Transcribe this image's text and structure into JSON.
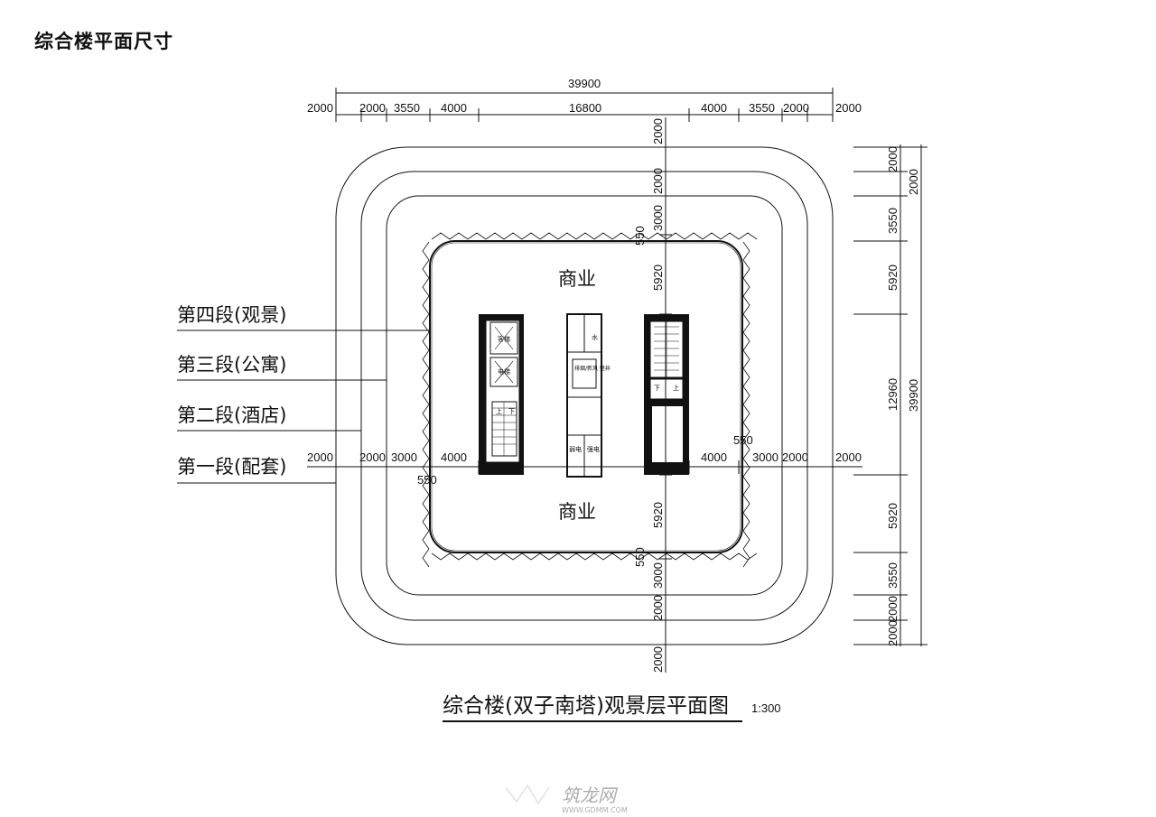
{
  "page": {
    "title": "综合楼平面尺寸"
  },
  "drawing": {
    "caption": "综合楼(双子南塔)观景层平面图",
    "scale": "1:300",
    "zones": {
      "top": "商业",
      "bottom": "商业"
    },
    "segments": [
      "第四段(观景)",
      "第三段(公寓)",
      "第二段(酒店)",
      "第一段(配套)"
    ],
    "core_labels": {
      "elev1": "客梯",
      "elev2": "电梯",
      "shaft": "排烟/新风 竖井",
      "water": "水",
      "power": "强电",
      "weak": "弱电",
      "down": "下",
      "up": "上"
    },
    "dims": {
      "top_total": "39900",
      "top_parts": [
        "2000",
        "2000",
        "3550",
        "4000",
        "16800",
        "4000",
        "3550",
        "2000",
        "2000"
      ],
      "mid_parts": [
        "2000",
        "2000",
        "3000",
        "4000",
        "4000",
        "3000",
        "2000",
        "2000"
      ],
      "offset": "550",
      "vert_top": [
        "2000",
        "2000",
        "3000",
        "550",
        "5920"
      ],
      "vert_bottom": [
        "5920",
        "550",
        "3000",
        "2000",
        "2000"
      ],
      "right_parts": [
        "2000",
        "3550",
        "5920",
        "12960",
        "5920",
        "3550",
        "2000",
        "2000"
      ],
      "right_outer": [
        "2000",
        "39900"
      ]
    }
  },
  "watermark": {
    "brand": "筑龙网",
    "url": "WWW.GDMM.COM"
  }
}
